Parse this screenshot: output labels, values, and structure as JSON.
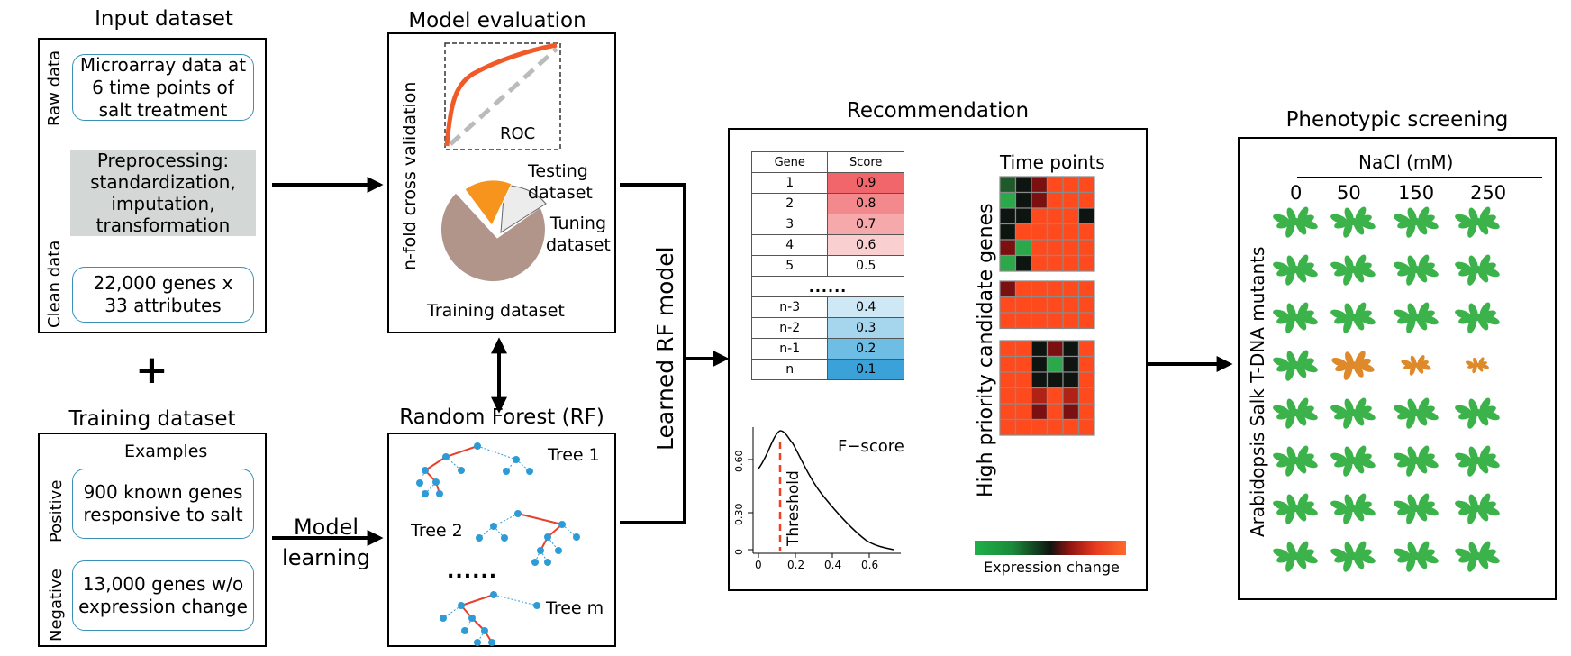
{
  "input_dataset": {
    "title": "Input dataset",
    "raw_label": "Raw data",
    "clean_label": "Clean data",
    "raw_box_lines": [
      "Microarray data at",
      "6 time points of",
      "salt treatment"
    ],
    "preprocess_lines": [
      "Preprocessing:",
      "standardization,",
      "imputation,",
      "transformation"
    ],
    "clean_box_lines": [
      "22,000 genes x",
      "33 attributes"
    ]
  },
  "plus_sign": "+",
  "training_dataset": {
    "title": "Training dataset",
    "examples_label": "Examples",
    "positive_label": "Positive",
    "negative_label": "Negative",
    "positive_lines": [
      "900 known genes",
      "responsive to salt"
    ],
    "negative_lines": [
      "13,000 genes w/o",
      "expression change"
    ]
  },
  "model_evaluation": {
    "title": "Model evaluation",
    "cv_label": "n-fold cross validation",
    "roc_label": "ROC",
    "testing_lines": [
      "Testing",
      "dataset"
    ],
    "tuning_lines": [
      "Tuning",
      "dataset"
    ],
    "training_label": "Training dataset"
  },
  "random_forest": {
    "title": "Random Forest (RF)",
    "tree_labels": [
      "Tree 1",
      "Tree 2",
      "Tree m"
    ],
    "dots": "......"
  },
  "model_learning_lines": [
    "Model",
    "learning"
  ],
  "learned_model_label": "Learned RF model",
  "recommendation": {
    "title": "Recommendation",
    "table_headers": [
      "Gene",
      "Score"
    ],
    "top_rows": [
      [
        "1",
        "0.9"
      ],
      [
        "2",
        "0.8"
      ],
      [
        "3",
        "0.7"
      ],
      [
        "4",
        "0.6"
      ],
      [
        "5",
        "0.5"
      ]
    ],
    "dots": "......",
    "bottom_rows": [
      [
        "n-3",
        "0.4"
      ],
      [
        "n-2",
        "0.3"
      ],
      [
        "n-1",
        "0.2"
      ],
      [
        "n",
        "0.1"
      ]
    ],
    "time_points_label": "Time points",
    "candidate_label": "High priority candidate genes",
    "expression_label": "Expression change",
    "fscore_label": "F−score",
    "threshold_label": "Threshold",
    "fscore_y_ticks": [
      "0",
      "0.30",
      "0.60"
    ],
    "fscore_x_ticks": [
      "0",
      "0.2",
      "0.4",
      "0.6"
    ]
  },
  "phenotypic_screening": {
    "title": "Phenotypic screening",
    "nacl_label": "NaCl (mM)",
    "concentrations": [
      "0",
      "50",
      "150",
      "250"
    ],
    "mutants_label": "Arabidopsis Salk T-DNA mutants"
  },
  "colors": {
    "box_outline": "#3a8fb7",
    "preprocess_fill": "#d3d7d6",
    "roc_curve": "#f05a28",
    "roc_diagonal": "#b9bcbb",
    "pie_training": "#b2958a",
    "pie_testing": "#f7941d",
    "pie_tuning": "#ececec",
    "tree_red": "#e8402a",
    "tree_blue": "#2e9bd6",
    "threshold_line": "#f04020",
    "plant_green": "#3bb34a",
    "plant_orange": "#de8a2a"
  },
  "heatmap": {
    "rows_per_block": [
      6,
      3,
      6
    ],
    "cols": 6,
    "palette": {
      "R": "#ff4a1e",
      "r": "#ff6a3a",
      "D": "#7a1010",
      "K": "#0e1410",
      "G": "#2aa84a",
      "g": "#1f5a2a",
      "M": "#b02216"
    }
  }
}
